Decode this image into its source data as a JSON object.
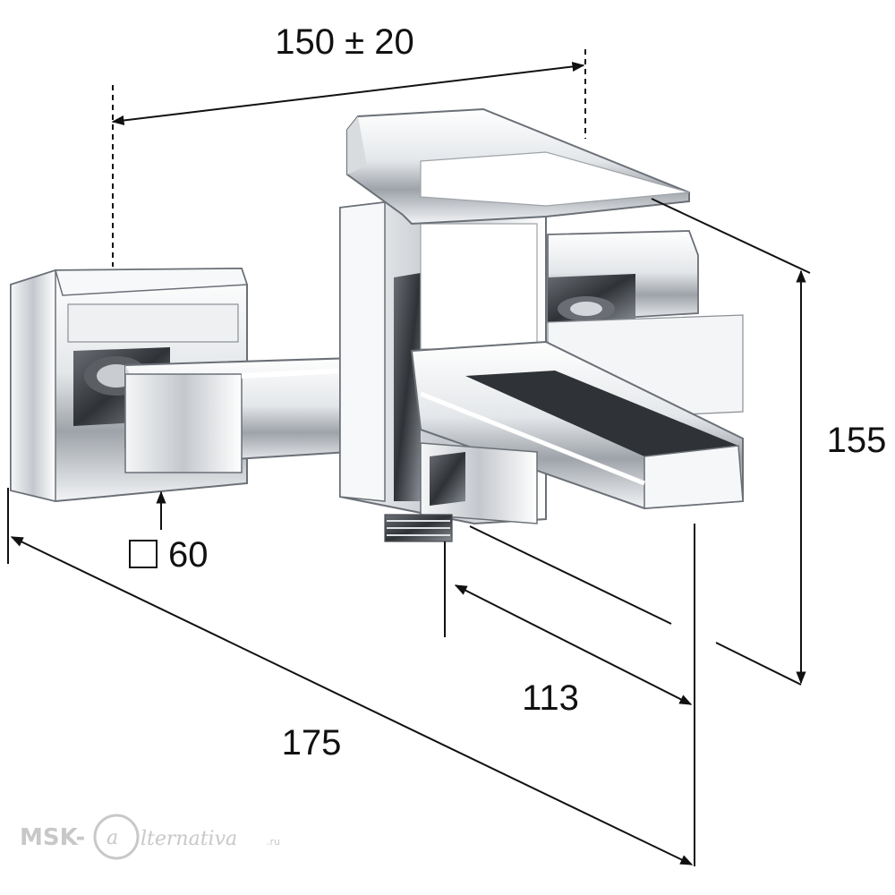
{
  "dimensions": {
    "width_between_connections": "150 ± 20",
    "height": "155",
    "spout_reach": "113",
    "overall_depth": "175",
    "square_size": "60"
  },
  "watermark": {
    "brand": "MSK-",
    "brand_letter": "a",
    "brand_rest": "lternativa",
    "domain_suffix": ".ru"
  },
  "colors": {
    "line": "#111111",
    "chrome_light": "#f4f6f8",
    "chrome_mid": "#b9bec4",
    "chrome_dark": "#3a3d42",
    "watermark": "#c8c8c8"
  }
}
